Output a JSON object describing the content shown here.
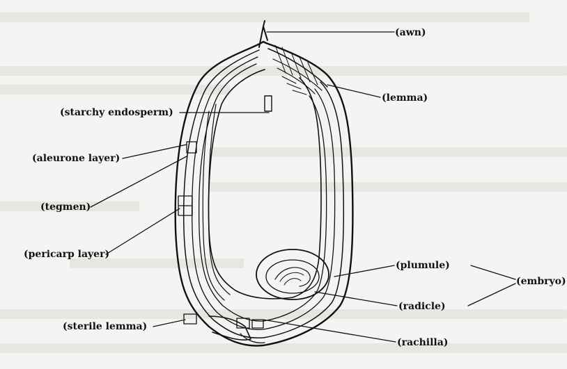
{
  "labels": {
    "awn": "(awn)",
    "lemma": "(lemma)",
    "starchy_endosperm": "(starchy endosperm)",
    "aleurone_layer": "(aleurone layer)",
    "tegmen": "(tegmen)",
    "pericarp_layer": "(pericarp layer)",
    "plumule": "(plumule)",
    "embryo": "(embryo)",
    "radicle": "(radicle)",
    "sterile_lemma": "(sterile lemma)",
    "rachilla": "(rachilla)"
  }
}
